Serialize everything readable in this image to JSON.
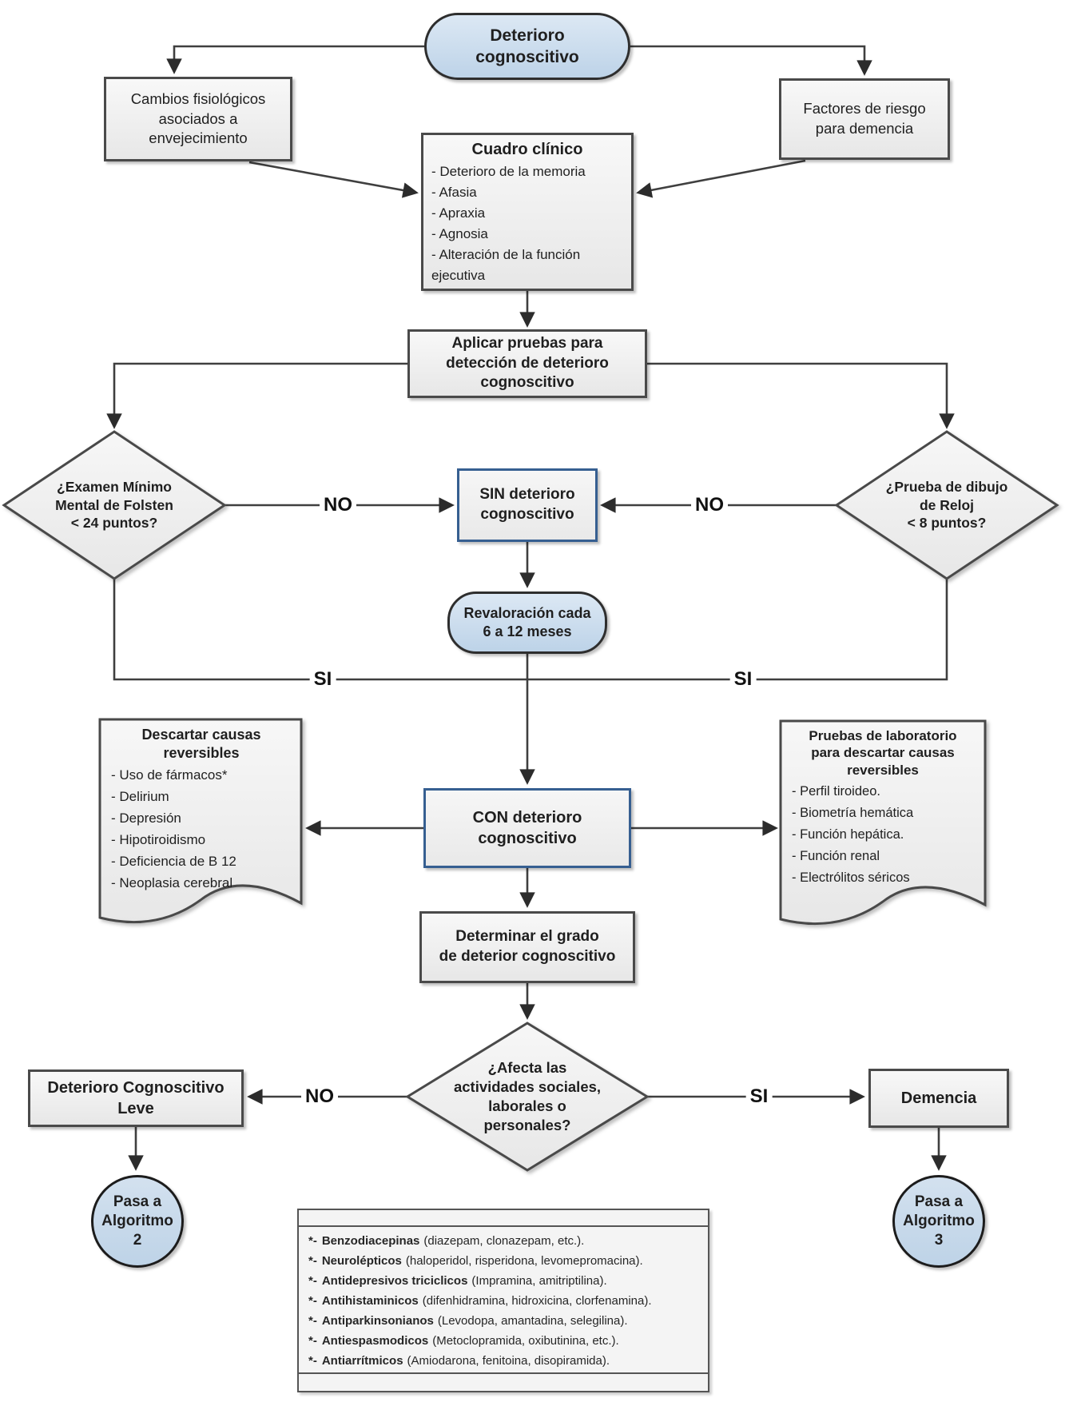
{
  "nodes": {
    "start": {
      "label": "Deterioro\ncognoscitivo"
    },
    "cambios": {
      "label": "Cambios fisiológicos\nasociados a\nenvejecimiento"
    },
    "factores": {
      "label": "Factores de riesgo\npara demencia"
    },
    "cuadro": {
      "title": "Cuadro clínico",
      "items": [
        "- Deterioro de la memoria",
        "- Afasia",
        "- Apraxia",
        "- Agnosia",
        "- Alteración de la función ejecutiva"
      ]
    },
    "aplicar": {
      "label": "Aplicar pruebas para\ndetección de deterioro\ncognoscitivo"
    },
    "folsten": {
      "label": "¿Examen Mínimo\nMental de Folsten\n< 24 puntos?"
    },
    "reloj": {
      "label": "¿Prueba de dibujo\nde Reloj\n< 8 puntos?"
    },
    "sin": {
      "label": "SIN deterioro\ncognoscitivo"
    },
    "revaloracion": {
      "label": "Revaloración cada\n6 a 12 meses"
    },
    "descartar": {
      "title": "Descartar causas\nreversibles",
      "items": [
        "- Uso de fármacos*",
        "- Delirium",
        "- Depresión",
        "- Hipotiroidismo",
        "- Deficiencia de B 12",
        "- Neoplasia cerebral"
      ]
    },
    "con": {
      "label": "CON deterioro\ncognoscitivo"
    },
    "laboratorio": {
      "title": "Pruebas de laboratorio\npara descartar causas\nreversibles",
      "items": [
        "- Perfil tiroideo.",
        "- Biometría hemática",
        "- Función hepática.",
        "- Función renal",
        "- Electrólitos séricos"
      ]
    },
    "determinar": {
      "label": "Determinar el grado\nde deterior cognoscitivo"
    },
    "afecta": {
      "label": "¿Afecta las\nactividades sociales,\nlaborales o\npersonales?"
    },
    "dcl": {
      "label": "Deterioro Cognoscitivo\nLeve"
    },
    "demencia": {
      "label": "Demencia"
    },
    "algoritmo2": {
      "label": "Pasa a\nAlgoritmo\n2"
    },
    "algoritmo3": {
      "label": "Pasa a\nAlgoritmo\n3"
    }
  },
  "edge_labels": {
    "no_left": "NO",
    "no_right": "NO",
    "si_left": "SI",
    "si_right": "SI",
    "no_bottom": "NO",
    "si_bottom": "SI"
  },
  "footnote": {
    "items": [
      {
        "marker": "*-",
        "name": "Benzodiacepinas",
        "detail": "(diazepam, clonazepam, etc.)."
      },
      {
        "marker": "*-",
        "name": "Neurolépticos",
        "detail": "(haloperidol, risperidona, levomepromacina)."
      },
      {
        "marker": "*-",
        "name": "Antidepresivos triciclicos",
        "detail": "(Impramina, amitriptilina)."
      },
      {
        "marker": "*-",
        "name": "Antihistaminicos",
        "detail": "(difenhidramina, hidroxicina, clorfenamina)."
      },
      {
        "marker": "*-",
        "name": "Antiparkinsonianos",
        "detail": "(Levodopa, amantadina, selegilina)."
      },
      {
        "marker": "*-",
        "name": "Antiespasmodicos",
        "detail": "(Metoclopramida, oxibutinina, etc.)."
      },
      {
        "marker": "*-",
        "name": "Antiarrítmicos",
        "detail": "(Amiodarona, fenitoina, disopiramida)."
      }
    ]
  },
  "colors": {
    "node_fill": "#f2f2f2",
    "node_border": "#404040",
    "accent_fill": "#c6d9ec",
    "highlight_border": "#365f91",
    "text": "#1f1f1f"
  }
}
